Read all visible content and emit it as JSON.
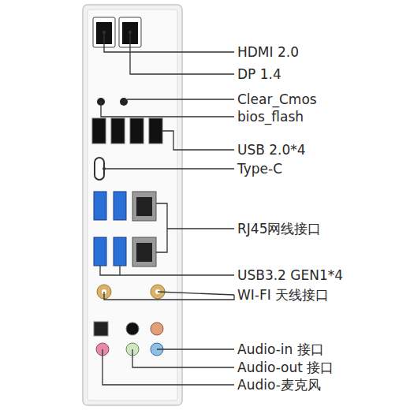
{
  "diagram": {
    "labels": [
      "HDMI 2.0",
      "DP 1.4",
      "Clear_Cmos",
      "bios_flash",
      "USB 2.0*4",
      "Type-C",
      "RJ45网线接口",
      "USB3.2 GEN1*4",
      "WI-FI 天线接口",
      "Audio-in 接口",
      "Audio-out 接口",
      "Audio-麦克风"
    ]
  }
}
